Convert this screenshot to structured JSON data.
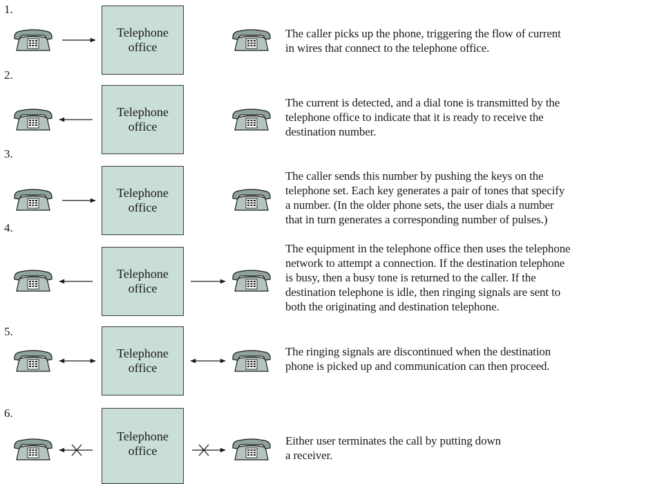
{
  "office_label": [
    "Telephone",
    "office"
  ],
  "steps": [
    {
      "number": "1.",
      "description": [
        "The caller picks up the phone, triggering the flow of current",
        "in wires that connect to the telephone office."
      ]
    },
    {
      "number": "2.",
      "description": [
        "The current is detected, and a dial tone is transmitted by the",
        "telephone office to indicate that it is ready to receive the",
        "destination number."
      ]
    },
    {
      "number": "3.",
      "description": [
        "The caller sends this number by pushing the keys on the",
        "telephone set. Each key generates a pair of tones that specify",
        "a number. (In the older phone sets, the user dials a number",
        "that in turn generates a corresponding number of pulses.)"
      ]
    },
    {
      "number": "4.",
      "description": [
        "The equipment in the telephone office then uses the telephone",
        "network to attempt a connection. If the destination telephone",
        "is busy, then a busy tone is returned to the caller. If the",
        "destination telephone is idle, then ringing signals are sent to",
        "both the originating and destination telephone."
      ]
    },
    {
      "number": "5.",
      "description": [
        "The ringing signals are discontinued when the destination",
        "phone is picked up and communication can then proceed."
      ]
    },
    {
      "number": "6.",
      "description": [
        "Either user terminates the call by putting down",
        "a receiver."
      ]
    }
  ],
  "colors": {
    "office_fill": "#c9ded6",
    "phone_fill": "#b4c4bf",
    "phone_fill_dark": "#8fa39d",
    "line": "#1a1a1a"
  },
  "icons": {
    "caller_phone": "telephone-icon",
    "destination_phone": "telephone-icon"
  }
}
